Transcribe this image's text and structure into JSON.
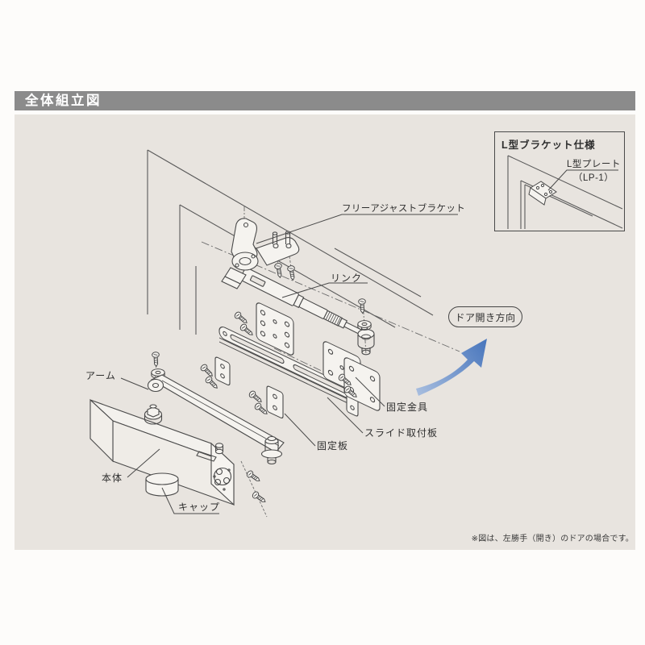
{
  "header": {
    "title": "全体組立図"
  },
  "diagram": {
    "inset": {
      "title": "L型ブラケット仕様",
      "plate_label": "L型プレート",
      "plate_code": "（LP-1）"
    },
    "part_labels": {
      "free_adjust_bracket": "フリーアジャストブラケット",
      "link": "リンク",
      "arm": "アーム",
      "body": "本体",
      "cap": "キャップ",
      "fixing_hardware": "固定金具",
      "slide_mounting_plate": "スライド取付板",
      "fixing_plate": "固定板"
    },
    "direction_badge": "ドア開き方向",
    "note": "※図は、左勝手（開き）のドアの場合です。"
  },
  "colors": {
    "header_bar": "#8b8b8b",
    "canvas_background": "#e8e4df",
    "line": "#4a4a4a",
    "arrow_gradient_start": "#a8bedf",
    "arrow_gradient_end": "#4a77bd"
  }
}
